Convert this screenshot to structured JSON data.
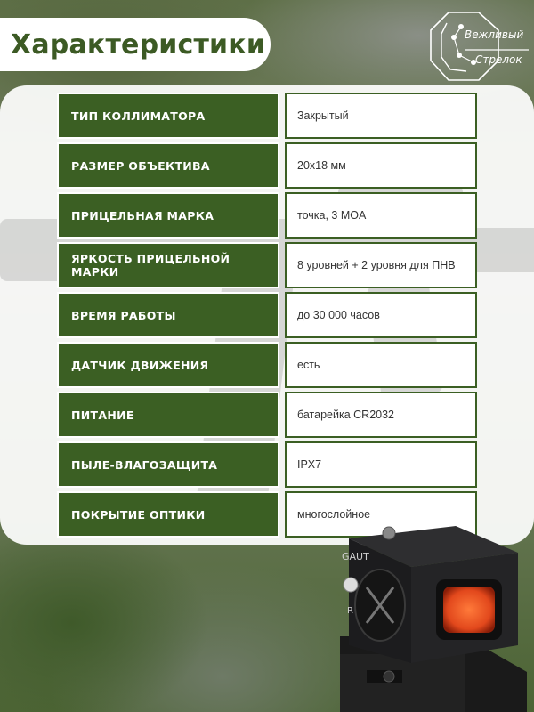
{
  "title": "Характеристики",
  "brand": {
    "line1": "Вежливый",
    "line2": "Стрелок"
  },
  "specs": [
    {
      "label": "Тип коллиматора",
      "value": "Закрытый"
    },
    {
      "label": "Размер объектива",
      "value": "20х18 мм"
    },
    {
      "label": "Прицельная марка",
      "value": "точка, 3 MOA"
    },
    {
      "label": "Яркость прицельной марки",
      "value": "8 уровней + 2 уровня для ПНВ"
    },
    {
      "label": "Время работы",
      "value": "до 30 000 часов"
    },
    {
      "label": "Датчик движения",
      "value": "есть"
    },
    {
      "label": "Питание",
      "value": "батарейка CR2032"
    },
    {
      "label": "Пыле-влагозащита",
      "value": "IPX7"
    },
    {
      "label": "Покрытие оптики",
      "value": "многослойное"
    }
  ],
  "product": {
    "engraving": "GAUT",
    "mark": "R"
  },
  "colors": {
    "accent_green": "#3b5f23",
    "title_green": "#3c5a24",
    "lens_red": "#e2481c"
  }
}
